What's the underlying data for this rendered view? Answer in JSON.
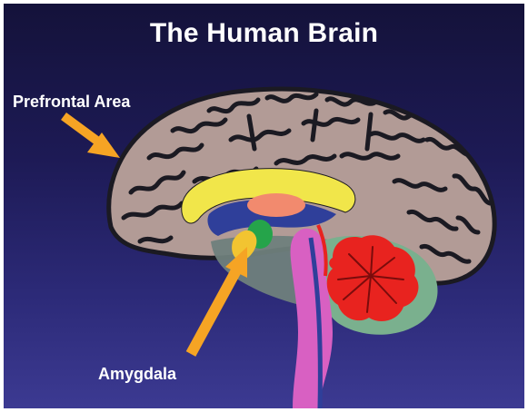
{
  "title": "The Human Brain",
  "labels": {
    "prefrontal": "Prefrontal Area",
    "amygdala": "Amygdala"
  },
  "colors": {
    "background_top": "#14123a",
    "background_bottom": "#3c3a92",
    "cortex": "#b29b96",
    "sulci": "#1b1a22",
    "corpus_callosum": "#f1e64a",
    "ventricle": "#2f3f9a",
    "thalamus": "#f28a6e",
    "amygdala": "#25a44a",
    "hippocampus": "#f2c431",
    "brainstem": "#d860c2",
    "cerebellum": "#e8231f",
    "arrow": "#f6a424"
  }
}
